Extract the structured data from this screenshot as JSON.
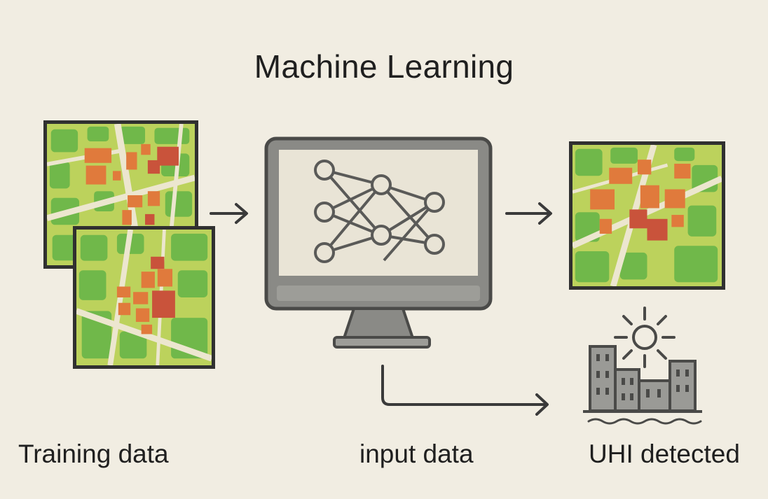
{
  "diagram": {
    "title": "Machine Learning",
    "labels": {
      "training": "Training data",
      "input": "input data",
      "output": "UHI detected"
    },
    "colors": {
      "background": "#f1ede2",
      "map_green": "#70b84a",
      "map_light": "#bcd25c",
      "hot_orange": "#e07a3c",
      "hot_red": "#c9533b",
      "road": "#ece6cf",
      "outline": "#303030",
      "monitor_gray": "#8a8a86",
      "screen": "#e9e4d6"
    },
    "icons": [
      "right-arrow-icon",
      "neural-network-icon",
      "sun-icon",
      "city-buildings-icon",
      "water-waves-icon"
    ]
  }
}
